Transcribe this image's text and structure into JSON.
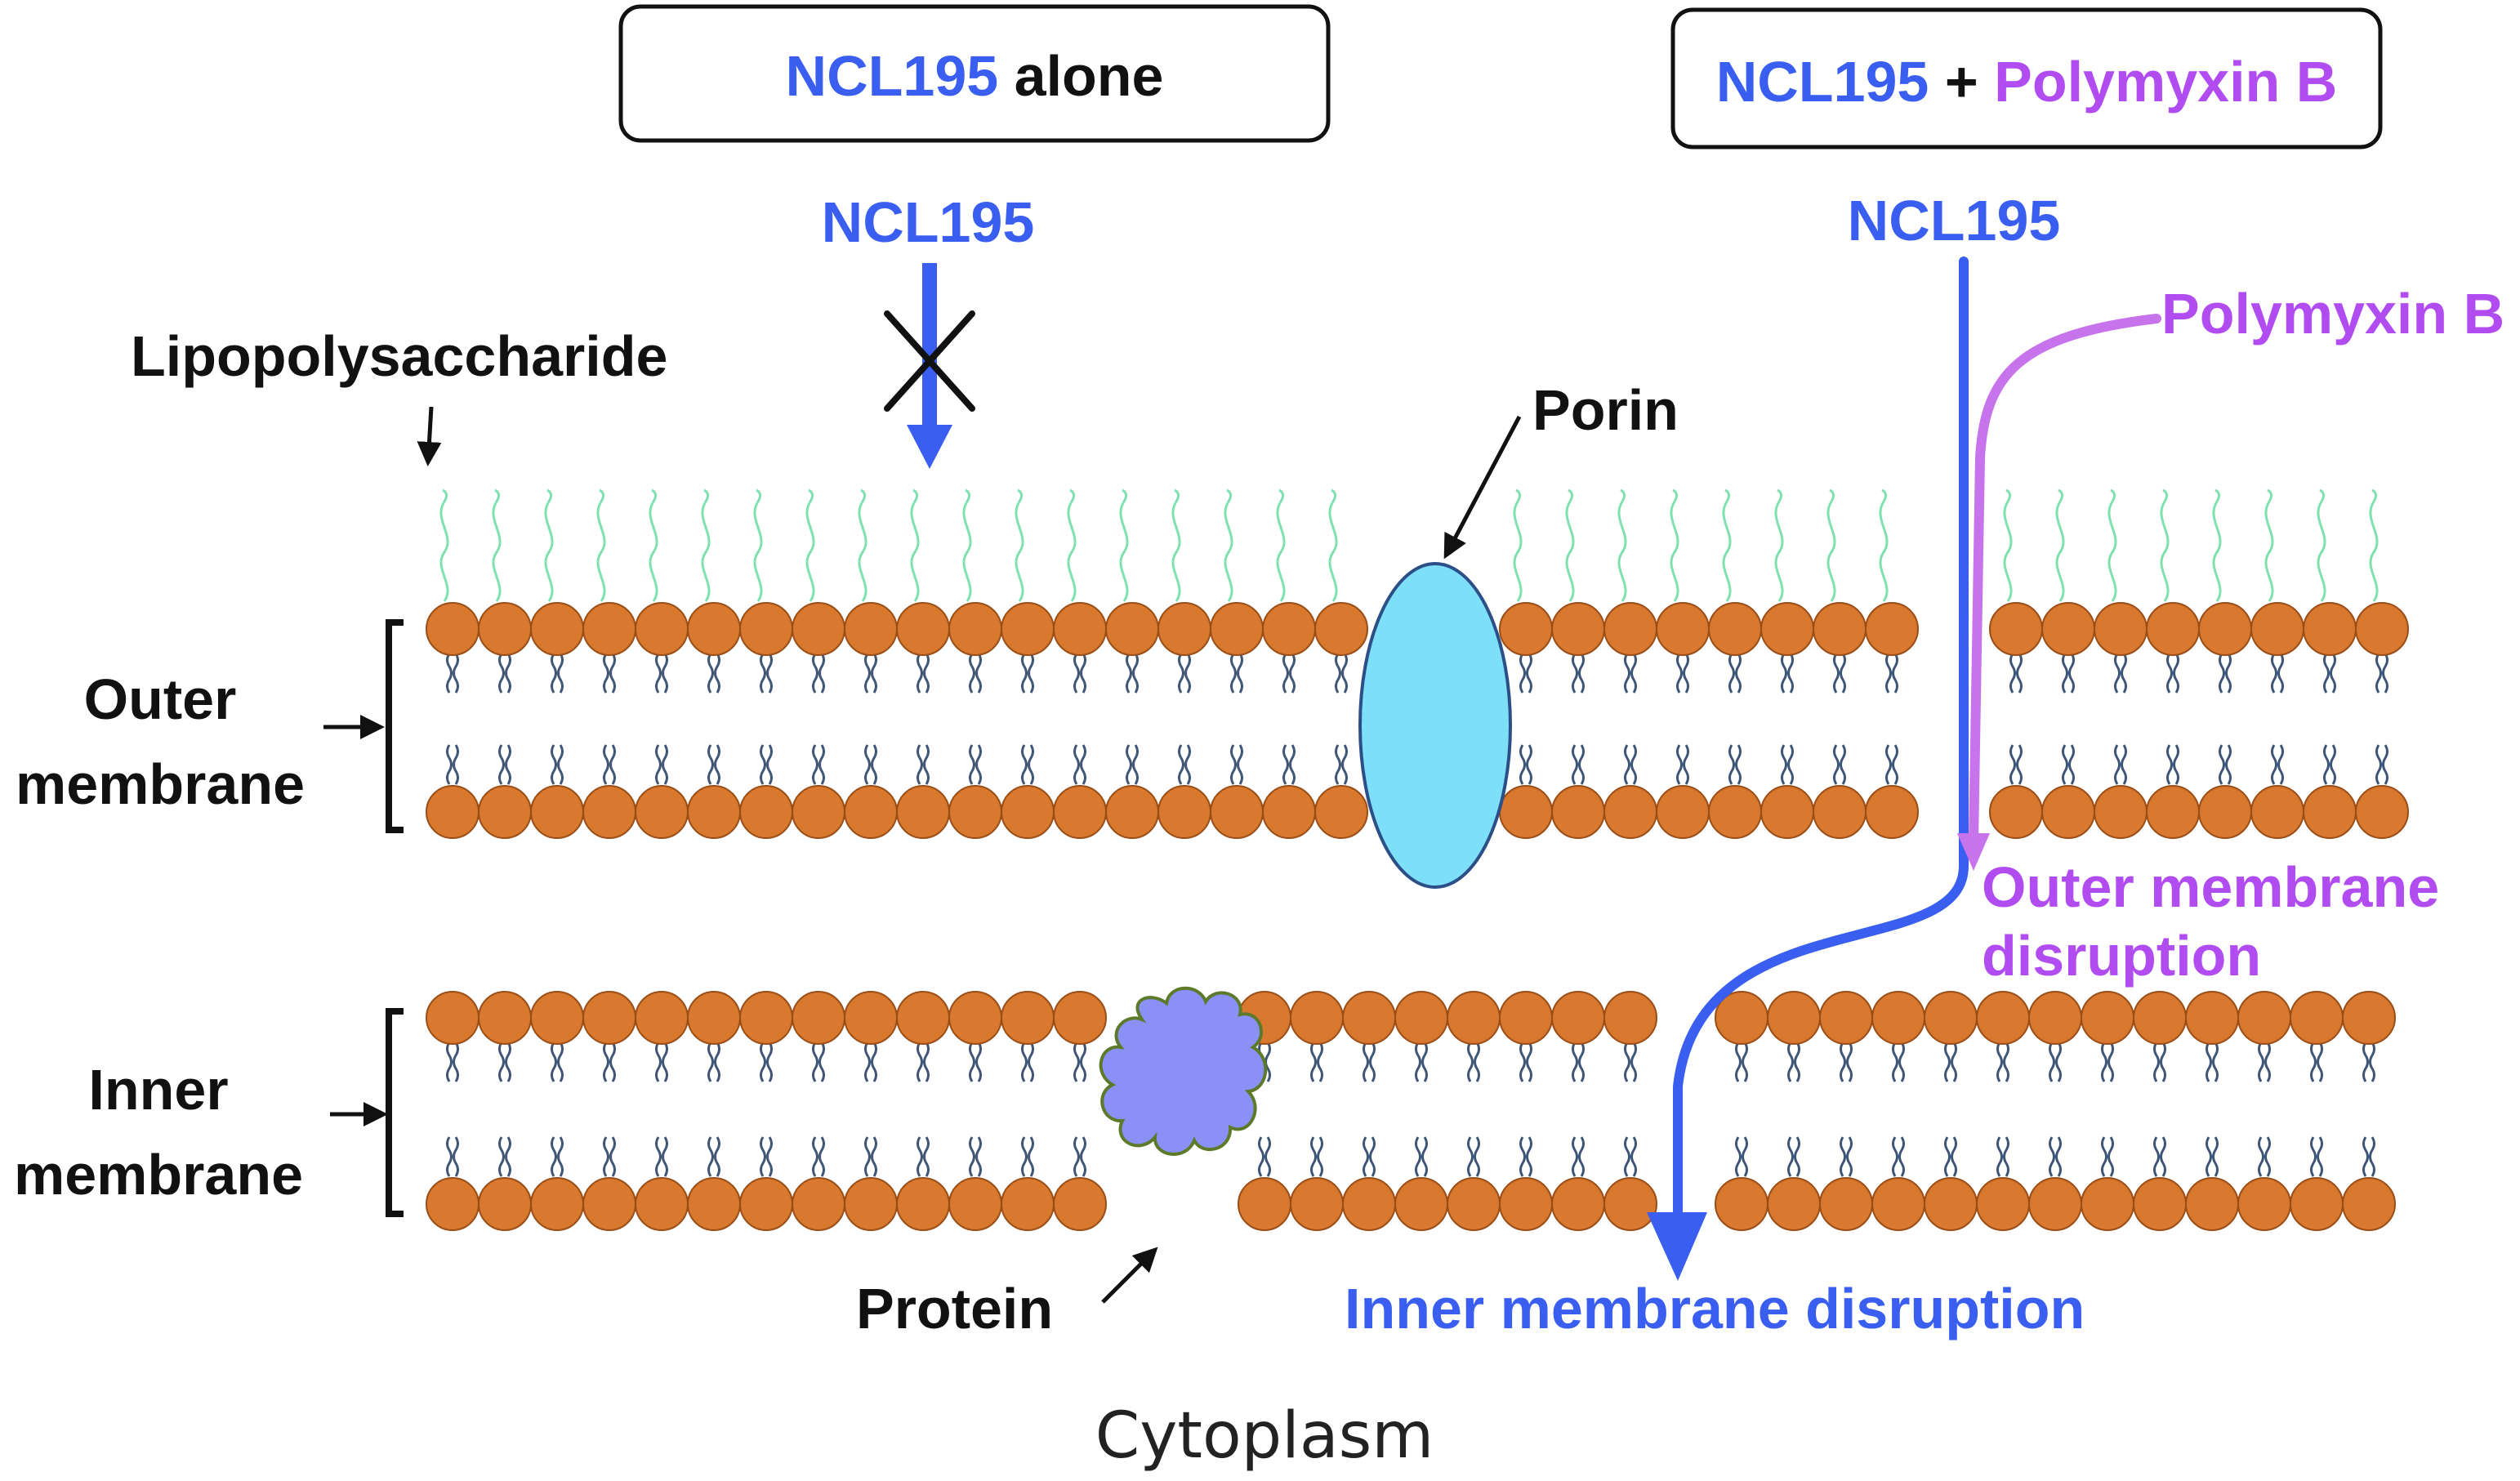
{
  "colors": {
    "ncl": "#3a5ff0",
    "polymyxin": "#b14cf0",
    "polymyxin_arrow": "#c774ec",
    "lipid_head": "#d9782f",
    "lipid_head_stroke": "#9a4e17",
    "lps_strand": "#7fe0b0",
    "porin": "#7ddff8",
    "porin_stroke": "#2b4f86",
    "protein": "#8a90f6",
    "protein_stroke": "#5c7a2a",
    "tail": "#3f5677",
    "text": "#111111"
  },
  "icons": [
    "cross-mark-icon",
    "arrow-icon",
    "bracket-icon"
  ],
  "left_panel": {
    "ncl": "NCL195",
    "suffix": "alone",
    "drug_label": "NCL195"
  },
  "right_panel": {
    "ncl": "NCL195",
    "plus": "+",
    "polymyxin": "Polymyxin B",
    "ncl_label": "NCL195",
    "polymyxin_label": "Polymyxin B",
    "outer_disruption_line1": "Outer membrane",
    "outer_disruption_line2": "disruption",
    "inner_disruption": "Inner membrane disruption"
  },
  "labels": {
    "lps": "Lipopolysaccharide",
    "porin": "Porin",
    "outer_line1": "Outer",
    "outer_line2": "membrane",
    "inner_line1": "Inner",
    "inner_line2": "membrane",
    "protein": "Protein",
    "cytoplasm": "Cytoplasm"
  }
}
